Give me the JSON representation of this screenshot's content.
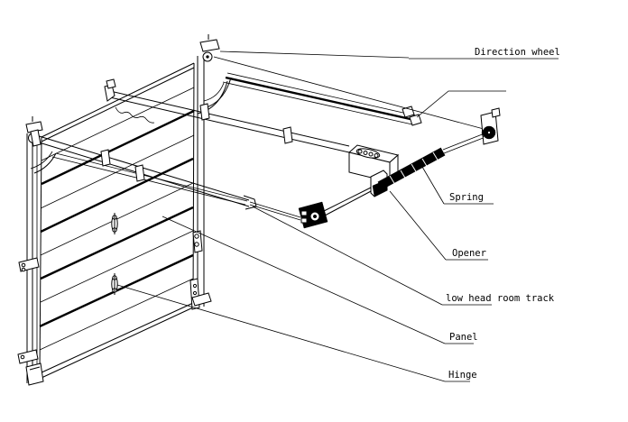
{
  "diagram": {
    "kind": "garage-door low headroom track exploded isometric line drawing",
    "background_color": "#ffffff",
    "line_color": "#000000",
    "spring_fill_color": "#000000"
  },
  "labels": {
    "direction_wheel": {
      "text": "Direction wheel"
    },
    "spring": {
      "text": "Spring"
    },
    "opener": {
      "text": "Opener"
    },
    "low_head_room_track": {
      "text": "low head room track"
    },
    "panel": {
      "text": "Panel"
    },
    "hinge": {
      "text": "Hinge"
    }
  }
}
